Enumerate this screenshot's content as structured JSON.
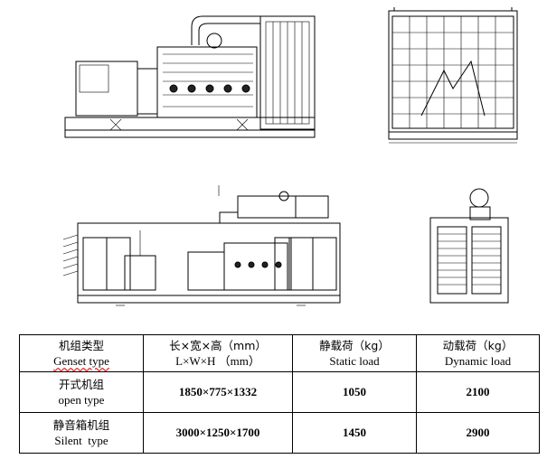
{
  "table": {
    "header": [
      {
        "zh": "机组类型",
        "en": "Genset type"
      },
      {
        "zh": "长×宽×高（mm）",
        "en": "L×W×H （mm）"
      },
      {
        "zh": "静载荷（kg）",
        "en": "Static load"
      },
      {
        "zh": "动载荷（kg）",
        "en": "Dynamic load"
      }
    ],
    "rows": [
      {
        "zh": "开式机组",
        "en": "open type",
        "dims": "1850×775×1332",
        "static": "1050",
        "dynamic": "2100"
      },
      {
        "zh": "静音箱机组",
        "en": "Silent  type",
        "dims": "3000×1250×1700",
        "static": "1450",
        "dynamic": "2900"
      }
    ]
  }
}
